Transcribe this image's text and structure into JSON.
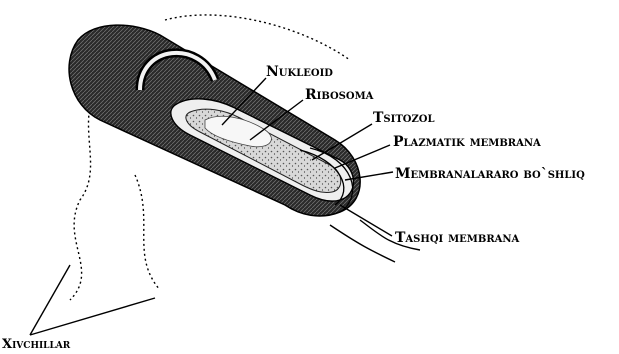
{
  "labels": {
    "nukleoid": "Nukleoid",
    "ribosoma": "Ribosoma",
    "tsitozol": "Tsitozol",
    "plazmatik_membrana": "Plazmatik membrana",
    "membranalararo": "Membranalararo bo`shliq",
    "tashqi_membrana": "Tashqi membrana",
    "xivchillar": "Xivchillar"
  }
}
